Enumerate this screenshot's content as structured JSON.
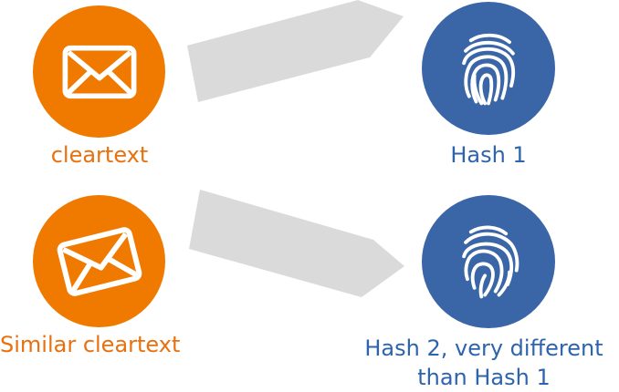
{
  "labels": {
    "cleartext": "cleartext",
    "hash1": "Hash 1",
    "similar_cleartext": "Similar cleartext",
    "hash2_line1": "Hash 2, very different",
    "hash2_line2": "than Hash 1"
  },
  "colors": {
    "orange": "#F07A00",
    "blue": "#3A66A7",
    "arrow_gray": "#DADADA",
    "text_orange": "#E8700E",
    "text_blue": "#2E63AE"
  },
  "icons": {
    "top_left": "envelope-icon",
    "top_right": "fingerprint-icon",
    "bottom_left": "envelope-icon",
    "bottom_right": "fingerprint-icon"
  }
}
